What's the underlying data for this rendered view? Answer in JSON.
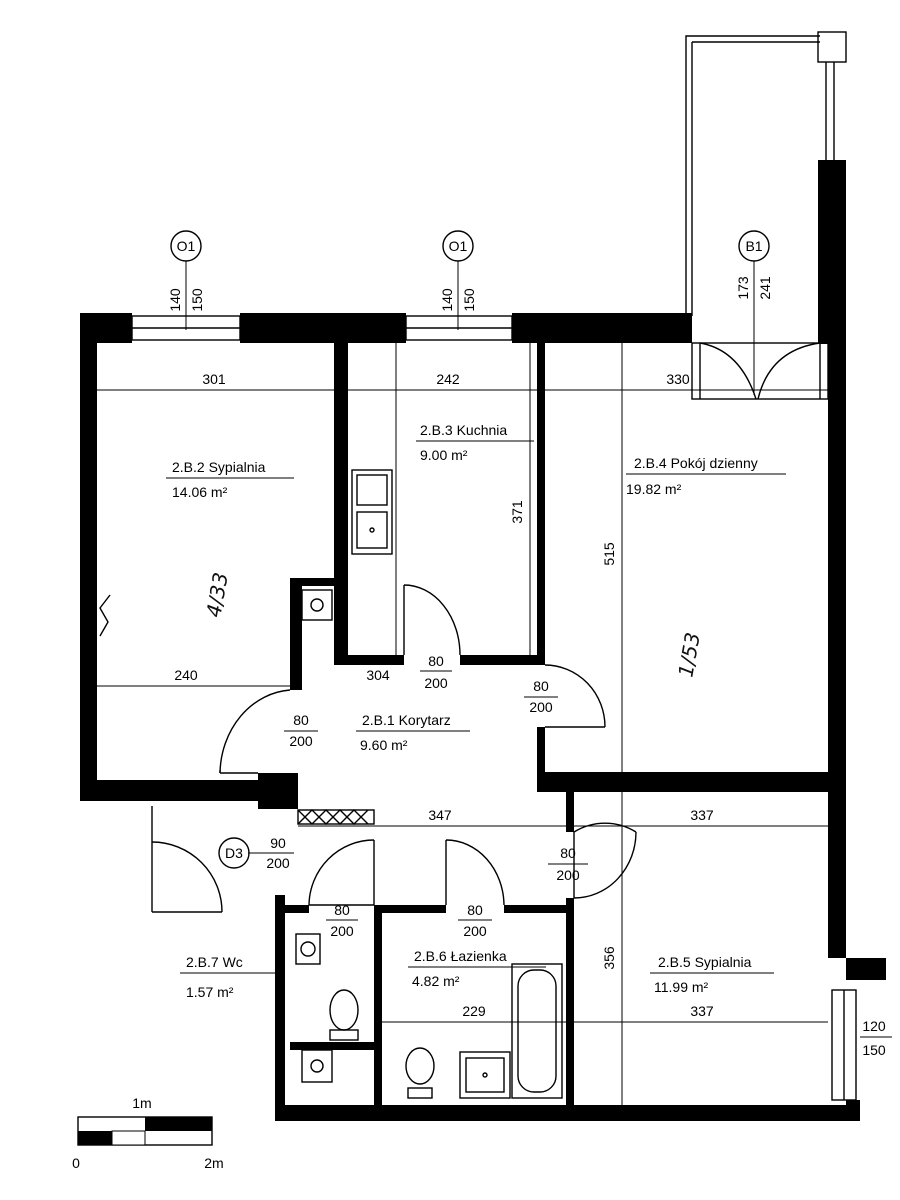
{
  "rooms": {
    "sypialnia1": {
      "name": "2.B.2  Sypialnia",
      "area": "14.06 m²",
      "note": "4/33"
    },
    "kuchnia": {
      "name": "2.B.3  Kuchnia",
      "area": "9.00 m²"
    },
    "pokoj": {
      "name": "2.B.4  Pokój dzienny",
      "area": "19.82 m²",
      "note": "1/53"
    },
    "korytarz": {
      "name": "2.B.1  Korytarz",
      "area": "9.60 m²"
    },
    "sypialnia2": {
      "name": "2.B.5  Sypialnia",
      "area": "11.99 m²"
    },
    "lazienka": {
      "name": "2.B.6  Łazienka",
      "area": "4.82 m²"
    },
    "wc": {
      "name": "2.B.7  Wc",
      "area": "1.57 m²"
    }
  },
  "tags": {
    "o1a": {
      "label": "O1",
      "w": "140",
      "h": "150"
    },
    "o1b": {
      "label": "O1",
      "w": "140",
      "h": "150"
    },
    "b1": {
      "label": "B1",
      "w": "173",
      "h": "241"
    },
    "d3": {
      "label": "D3",
      "w": "90",
      "h": "200"
    }
  },
  "dimensions": {
    "d301": "301",
    "d242": "242",
    "d330": "330",
    "d371": "371",
    "d515": "515",
    "d240": "240",
    "d304": "304",
    "d347": "347",
    "d337a": "337",
    "d356": "356",
    "d229": "229",
    "d337b": "337",
    "win_right_w": "120",
    "win_right_h": "150"
  },
  "doors": {
    "door_kitchen": {
      "w": "80",
      "h": "200"
    },
    "door_living": {
      "w": "80",
      "h": "200"
    },
    "door_bed1": {
      "w": "80",
      "h": "200"
    },
    "door_bed2": {
      "w": "80",
      "h": "200"
    },
    "door_wc": {
      "w": "80",
      "h": "200"
    },
    "door_bath": {
      "w": "80",
      "h": "200"
    }
  },
  "scale": {
    "top": "1m",
    "left": "0",
    "right": "2m"
  }
}
